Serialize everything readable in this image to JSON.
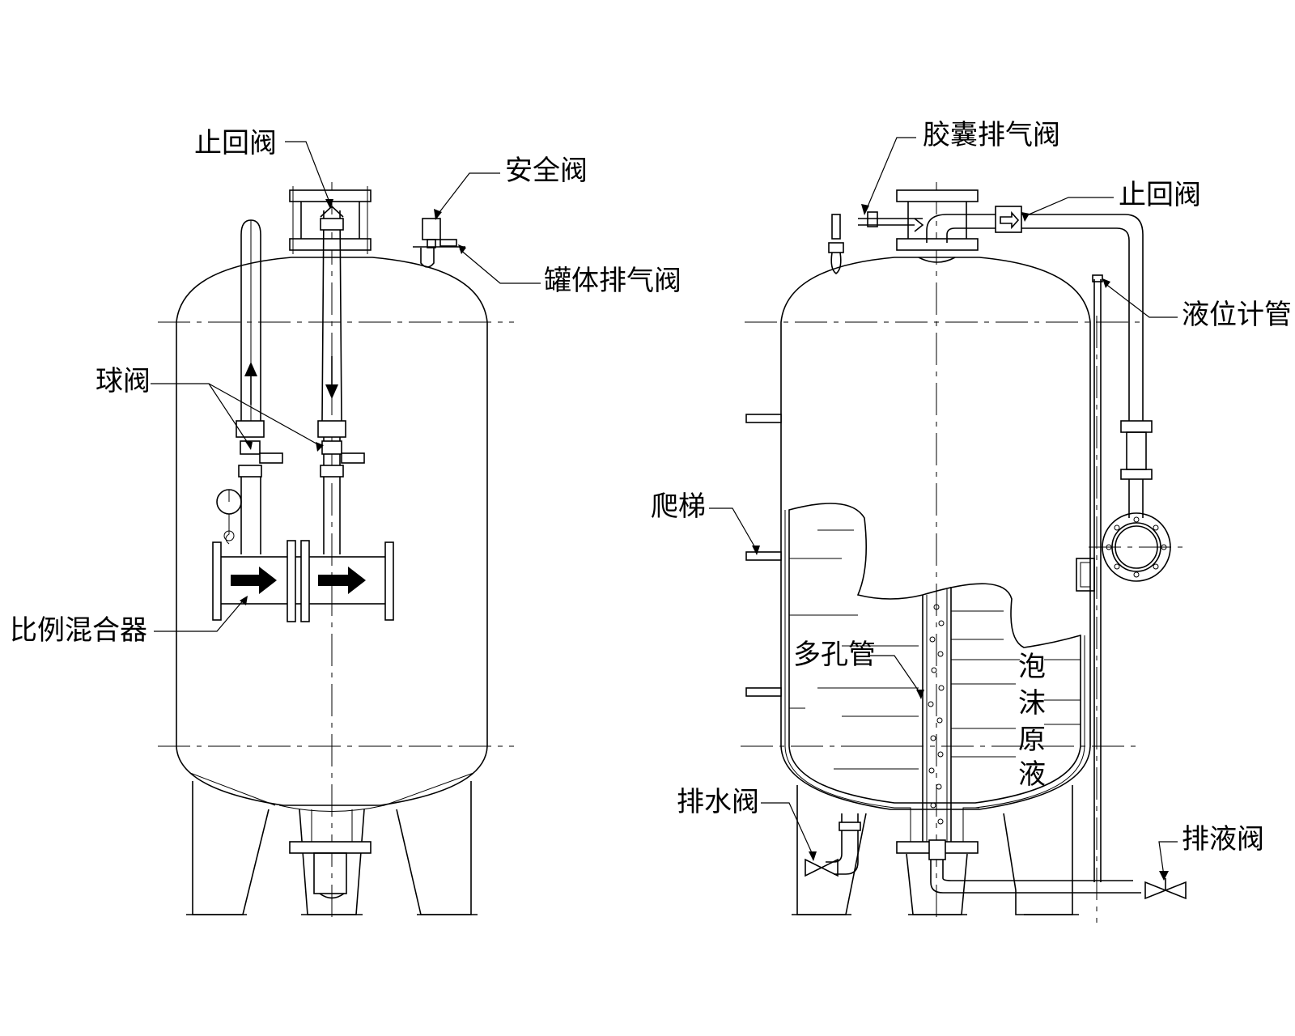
{
  "left_tank": {
    "labels": {
      "check_valve": "止回阀",
      "safety_valve": "安全阀",
      "tank_vent_valve": "罐体排气阀",
      "ball_valve": "球阀",
      "proportional_mixer": "比例混合器"
    }
  },
  "right_tank": {
    "labels": {
      "bladder_vent_valve": "胶囊排气阀",
      "check_valve": "止回阀",
      "level_gauge_tube": "液位计管",
      "ladder": "爬梯",
      "perforated_tube": "多孔管",
      "foam_concentrate": [
        "泡",
        "沫",
        "原",
        "液"
      ],
      "drain_water_valve": "排水阀",
      "drain_liquid_valve": "排液阀"
    }
  }
}
